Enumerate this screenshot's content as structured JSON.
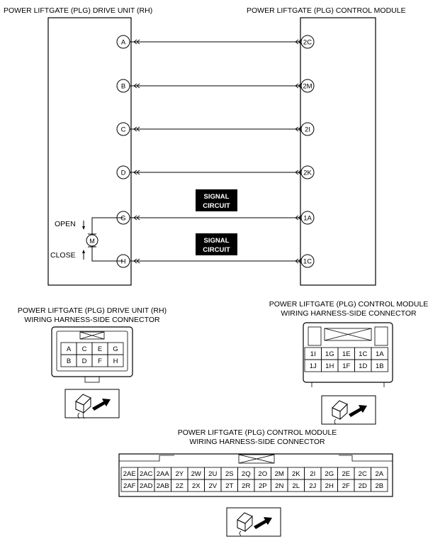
{
  "headings": {
    "drive_unit": "POWER LIFTGATE (PLG) DRIVE UNIT (RH)",
    "control_module": "POWER LIFTGATE (PLG) CONTROL MODULE"
  },
  "wiring": {
    "connections": [
      {
        "from": "A",
        "to": "2C"
      },
      {
        "from": "B",
        "to": "2M"
      },
      {
        "from": "C",
        "to": "2I"
      },
      {
        "from": "D",
        "to": "2K"
      },
      {
        "from": "G",
        "to": "1A"
      },
      {
        "from": "H",
        "to": "1C"
      }
    ],
    "signal_labels": [
      {
        "line1": "SIGNAL",
        "line2": "CIRCUIT"
      },
      {
        "line1": "SIGNAL",
        "line2": "CIRCUIT"
      }
    ],
    "motor": {
      "symbol": "M",
      "open_label": "OPEN",
      "close_label": "CLOSE"
    }
  },
  "drive_connector": {
    "title_line1": "POWER LIFTGATE (PLG) DRIVE UNIT (RH)",
    "title_line2": "WIRING HARNESS-SIDE CONNECTOR",
    "rows": [
      [
        "A",
        "C",
        "E",
        "G"
      ],
      [
        "B",
        "D",
        "F",
        "H"
      ]
    ]
  },
  "module_connector_small": {
    "title_line1": "POWER LIFTGATE (PLG) CONTROL MODULE",
    "title_line2": "WIRING HARNESS-SIDE CONNECTOR",
    "rows": [
      [
        "1I",
        "1G",
        "1E",
        "1C",
        "1A"
      ],
      [
        "1J",
        "1H",
        "1F",
        "1D",
        "1B"
      ]
    ]
  },
  "module_connector_large": {
    "title_line1": "POWER LIFTGATE (PLG) CONTROL MODULE",
    "title_line2": "WIRING HARNESS-SIDE CONNECTOR",
    "rows": [
      [
        "2AE",
        "2AC",
        "2AA",
        "2Y",
        "2W",
        "2U",
        "2S",
        "2Q",
        "2O",
        "2M",
        "2K",
        "2I",
        "2G",
        "2E",
        "2C",
        "2A"
      ],
      [
        "2AF",
        "2AD",
        "2AB",
        "2Z",
        "2X",
        "2V",
        "2T",
        "2R",
        "2P",
        "2N",
        "2L",
        "2J",
        "2H",
        "2F",
        "2D",
        "2B"
      ]
    ]
  }
}
